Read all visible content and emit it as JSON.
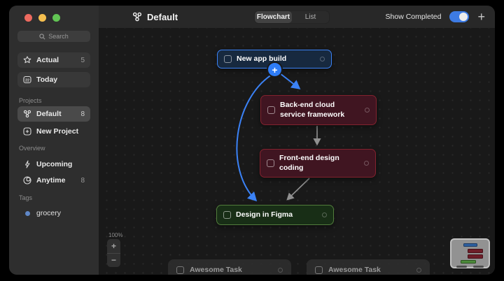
{
  "window": {
    "traffic_lights": [
      "close",
      "minimize",
      "zoom"
    ]
  },
  "sidebar": {
    "search": {
      "placeholder": "Search"
    },
    "quick": [
      {
        "label": "Actual",
        "count": "5",
        "icon": "star-icon"
      },
      {
        "label": "Today",
        "count": "",
        "icon": "calendar-icon"
      }
    ],
    "sections": [
      {
        "title": "Projects",
        "items": [
          {
            "label": "Default",
            "count": "8",
            "icon": "workflow-icon",
            "selected": true
          },
          {
            "label": "New Project",
            "count": "",
            "icon": "plus-square-icon"
          }
        ]
      },
      {
        "title": "Overview",
        "items": [
          {
            "label": "Upcoming",
            "count": "",
            "icon": "bolt-icon"
          },
          {
            "label": "Anytime",
            "count": "8",
            "icon": "layers-icon"
          }
        ]
      },
      {
        "title": "Tags",
        "items": [
          {
            "label": "grocery",
            "count": "",
            "icon": "tag-dot"
          }
        ]
      }
    ]
  },
  "header": {
    "title": "Default",
    "tabs": [
      {
        "label": "Flowchart",
        "active": true
      },
      {
        "label": "List",
        "active": false
      }
    ],
    "show_completed_label": "Show Completed",
    "show_completed_on": true
  },
  "canvas": {
    "zoom_level": "100%",
    "nodes": [
      {
        "label": "New app build",
        "color": "blue"
      },
      {
        "label": "Back-end cloud service framework",
        "color": "red"
      },
      {
        "label": "Front-end design coding",
        "color": "red"
      },
      {
        "label": "Design in Figma",
        "color": "green"
      }
    ],
    "edges": [
      {
        "from": "New app build",
        "to": "Back-end cloud service framework",
        "color": "blue"
      },
      {
        "from": "New app build",
        "to": "Design in Figma",
        "color": "blue"
      },
      {
        "from": "Back-end cloud service framework",
        "to": "Front-end design coding",
        "color": "gray"
      },
      {
        "from": "Front-end design coding",
        "to": "Design in Figma",
        "color": "gray"
      }
    ],
    "tasks": [
      {
        "label": "Awesome Task"
      },
      {
        "label": "Awesome Task"
      }
    ]
  },
  "glyphs": {
    "plus": "+",
    "minus": "−"
  },
  "colors": {
    "accent_blue": "#3b82f6",
    "node_blue_bg": "#17293f",
    "node_red_bg": "#401521",
    "node_red_border": "#83222e",
    "node_green_bg": "#182e16",
    "node_green_border": "#527d3c",
    "traffic_red": "#ed6a5f",
    "traffic_yellow": "#f5bf4f",
    "traffic_green": "#62c554",
    "toggle_on": "#3d7be4"
  }
}
